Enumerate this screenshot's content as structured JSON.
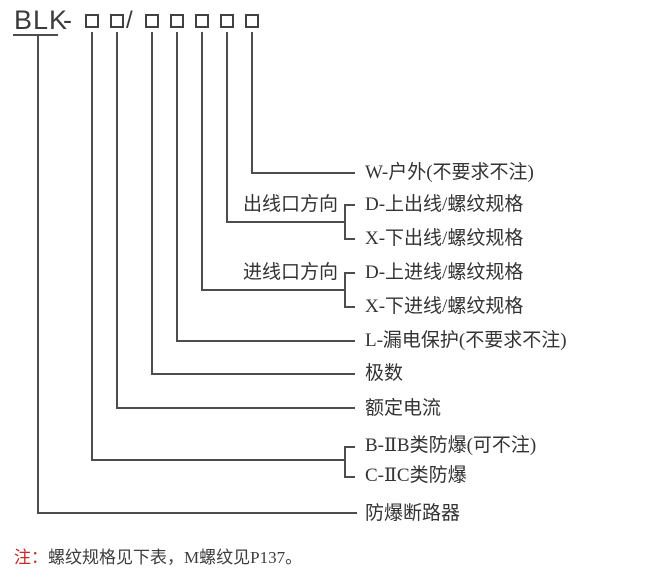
{
  "model": {
    "prefix": "BLK",
    "separator": "-",
    "slash": "/",
    "digit_boxes_before_slash": 2,
    "digit_boxes_after_slash": 5
  },
  "legend": {
    "outdoor": "W-户外(不要求不注)",
    "outlet_direction_group": "出线口方向",
    "outlet_up": "D-上出线/螺纹规格",
    "outlet_down": "X-下出线/螺纹规格",
    "inlet_direction_group": "进线口方向",
    "inlet_up": "D-上进线/螺纹规格",
    "inlet_down": "X-下进线/螺纹规格",
    "leakage_protection": "L-漏电保护(不要求不注)",
    "poles": "极数",
    "rated_current": "额定电流",
    "explosion_class_b": "B-ⅡB类防爆(可不注)",
    "explosion_class_c": "C-ⅡC类防爆",
    "product": "防爆断路器"
  },
  "note": {
    "label": "注：",
    "text": "螺纹规格见下表，M螺纹见P137。"
  },
  "colors": {
    "text": "#3b3b3b",
    "line": "#4d4d4d",
    "note_red": "#c62b2b",
    "background": "#ffffff"
  }
}
